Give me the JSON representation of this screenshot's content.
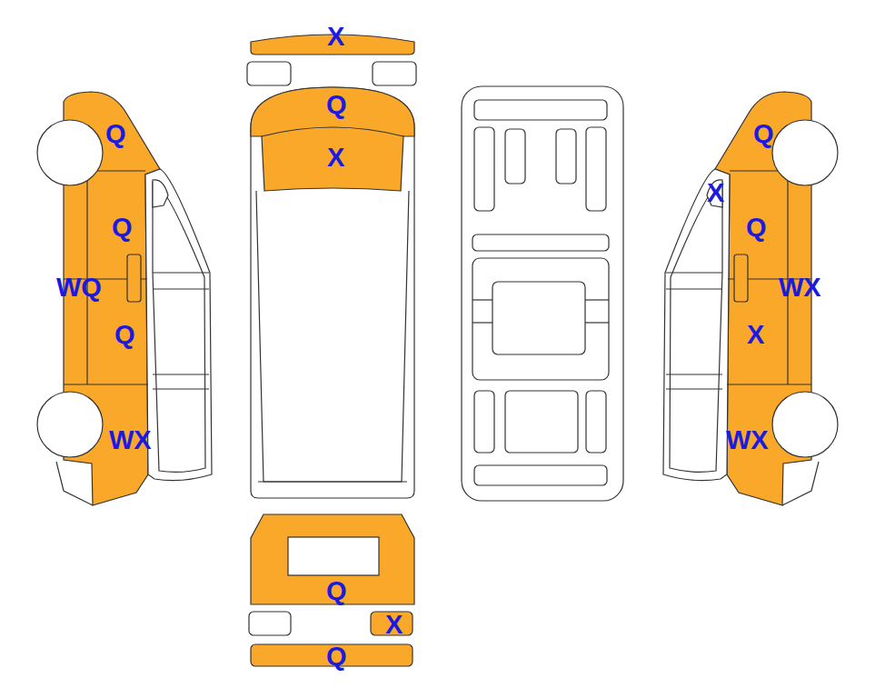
{
  "diagram": {
    "labels": [
      "X",
      "Q",
      "Q",
      "Q",
      "X",
      "X",
      "Q",
      "Q",
      "WQ",
      "WX",
      "Q",
      "X",
      "WX",
      "WX",
      "Q",
      "X",
      "Q"
    ]
  }
}
